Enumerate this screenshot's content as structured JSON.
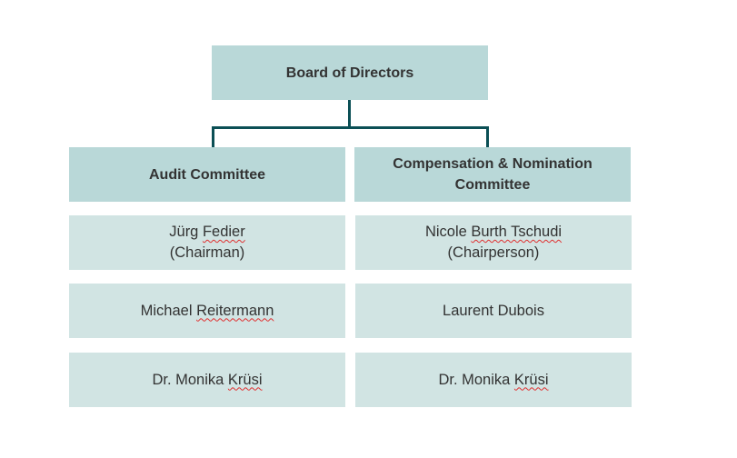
{
  "board": {
    "label": "Board of Directors"
  },
  "committees": [
    {
      "title": "Audit Committee",
      "members": [
        {
          "name_first": "Jürg ",
          "name_flagged": "Fedier",
          "role": "(Chairman)"
        },
        {
          "name_first": "Michael ",
          "name_flagged": "Reitermann",
          "role": ""
        },
        {
          "name_first": "Dr. Monika ",
          "name_flagged": "Krüsi",
          "role": ""
        }
      ]
    },
    {
      "title": "Compensation & Nomination Committee",
      "members": [
        {
          "name_first": "Nicole ",
          "name_flagged": "Burth Tschudi",
          "role": "(Chairperson)"
        },
        {
          "name_first": "Laurent Dubois",
          "name_flagged": "",
          "role": ""
        },
        {
          "name_first": "Dr. Monika ",
          "name_flagged": "Krüsi",
          "role": ""
        }
      ]
    }
  ],
  "colors": {
    "header": "#b9d8d8",
    "member": "#d1e4e3",
    "connector": "#0b4f55"
  }
}
